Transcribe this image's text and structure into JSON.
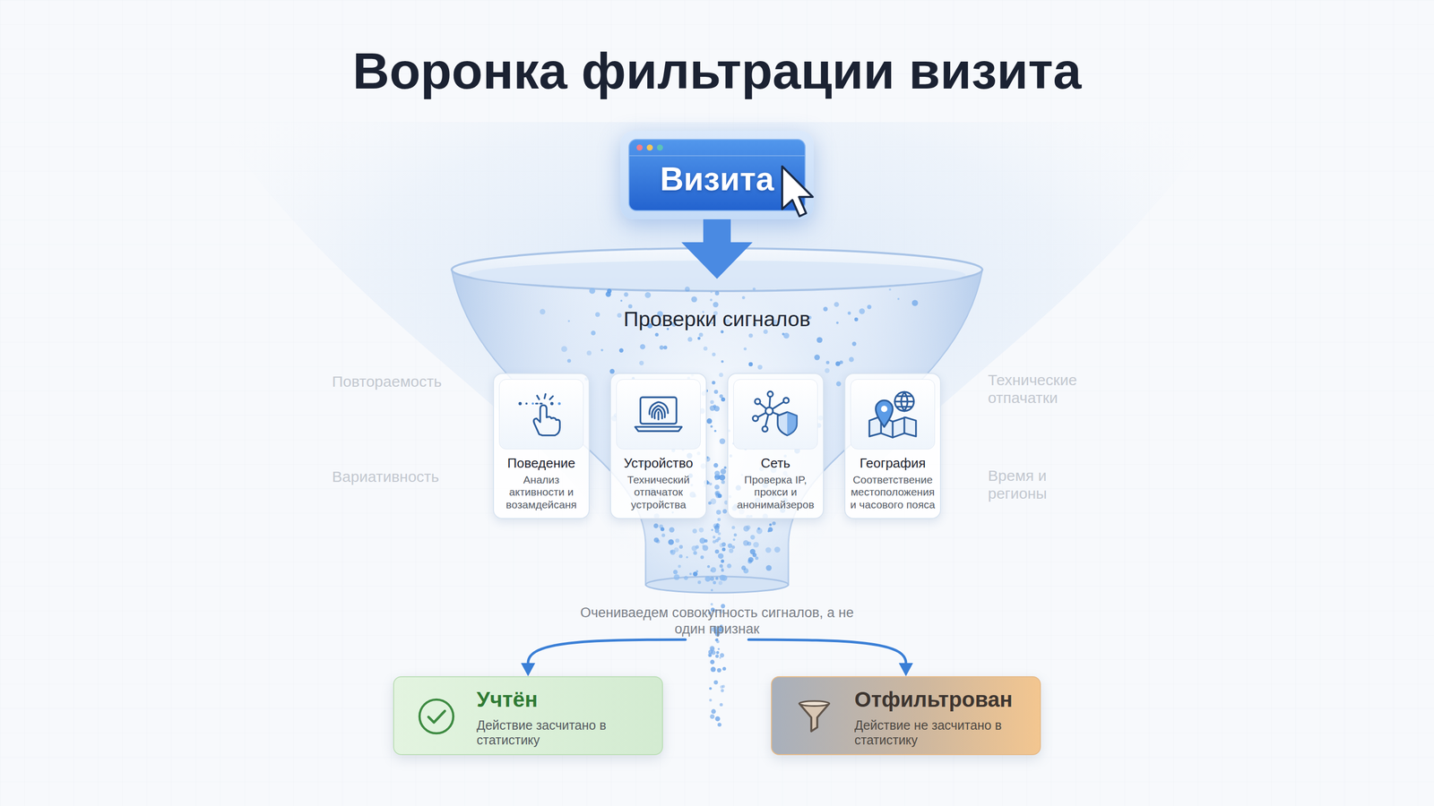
{
  "diagram": {
    "title": "Воронка фильтрации визита",
    "nodes": [
      {
        "text": [
          "Визита"
        ]
      },
      {
        "text": [
          "Проверки сигналов"
        ]
      },
      {
        "text": [
          "Поведение",
          "Анализ активности и возамдейсаня"
        ],
        "in": 1
      },
      {
        "text": [
          "Устройство",
          "Технический отпачаток устройства"
        ],
        "in": 1
      },
      {
        "text": [
          "Сеть",
          "Проверка IP, прокси и анонимайзеров"
        ],
        "in": 1
      },
      {
        "text": [
          "География",
          "Соответствение местоположения и часового пояса"
        ],
        "in": 1
      },
      {
        "text": [
          "Учтён",
          "Действие засчитано в статистику"
        ]
      },
      {
        "text": [
          "Отфильтрован",
          "Действие не засчитано в статистику"
        ]
      }
    ],
    "edges": [
      {
        "from": 0,
        "to": 1,
        "arrow": "to"
      },
      {
        "from": 1,
        "to": 6,
        "arrow": "to"
      },
      {
        "from": 1,
        "to": 7,
        "arrow": "to"
      }
    ],
    "labels": [
      "Повтораемость",
      "Вариативность",
      "Технические отпачатки",
      "Время и регионы",
      "Очениваедем совокупность сигналов, а не один признак"
    ]
  }
}
